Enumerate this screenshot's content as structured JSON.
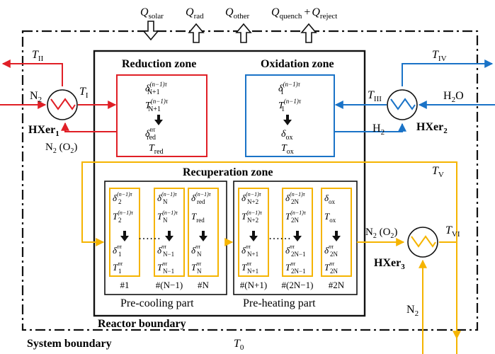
{
  "heat_flows": {
    "q_solar": "Q",
    "q_solar_sub": "solar",
    "q_rad": "Q",
    "q_rad_sub": "rad",
    "q_other": "Q",
    "q_other_sub": "other",
    "q_quench": "Q",
    "q_quench_sub": "quench",
    "plus": "+",
    "q_reject": "Q",
    "q_reject_sub": "reject"
  },
  "zones": {
    "reduction": "Reduction zone",
    "oxidation": "Oxidation zone",
    "recuperation": "Recuperation zone",
    "pre_cooling": "Pre-cooling part",
    "pre_heating": "Pre-heating part",
    "reactor_boundary": "Reactor boundary",
    "system_boundary": "System boundary"
  },
  "reduction_box": {
    "l1": "δ",
    "l1_sub": "N+1",
    "l1_sup": "(n−1)τ",
    "l2": "T",
    "l2_sub": "N+1",
    "l2_sup": "(n−1)τ",
    "l3": "δ",
    "l3_sub": "red",
    "l3_sup": "nτ",
    "l4": "T",
    "l4_sub": "red"
  },
  "oxidation_box": {
    "l1": "δ",
    "l1_sub": "1",
    "l1_sup": "(n−1)τ",
    "l2": "T",
    "l2_sub": "1",
    "l2_sup": "(n−1)τ",
    "l3": "δ",
    "l3_sub": "ox",
    "l4": "T",
    "l4_sub": "ox"
  },
  "cells": [
    {
      "a": "δ",
      "a_sub": "2",
      "a_sup": "(n−1)τ",
      "b": "T",
      "b_sub": "2",
      "b_sup": "(n−1)τ",
      "c": "δ",
      "c_sub": "1",
      "c_sup": "nτ",
      "d": "T",
      "d_sub": "1",
      "d_sup": "nτ",
      "label": "#1"
    },
    {
      "a": "δ",
      "a_sub": "N",
      "a_sup": "(n−1)τ",
      "b": "T",
      "b_sub": "N",
      "b_sup": "(n−1)τ",
      "c": "δ",
      "c_sub": "N−1",
      "c_sup": "nτ",
      "d": "T",
      "d_sub": "N−1",
      "d_sup": "nτ",
      "label": "#(N−1)"
    },
    {
      "a": "δ",
      "a_sub": "red",
      "a_sup": "(n−1)τ",
      "b": "T",
      "b_sub": "red",
      "b_sup": "",
      "c": "δ",
      "c_sub": "N",
      "c_sup": "nτ",
      "d": "T",
      "d_sub": "N",
      "d_sup": "nτ",
      "label": "#N"
    },
    {
      "a": "δ",
      "a_sub": "N+2",
      "a_sup": "(n−1)τ",
      "b": "T",
      "b_sub": "N+2",
      "b_sup": "(n−1)τ",
      "c": "δ",
      "c_sub": "N+1",
      "c_sup": "nτ",
      "d": "T",
      "d_sub": "N+1",
      "d_sup": "nτ",
      "label": "#(N+1)"
    },
    {
      "a": "δ",
      "a_sub": "2N",
      "a_sup": "(n−1)τ",
      "b": "T",
      "b_sub": "2N",
      "b_sup": "(n−1)τ",
      "c": "δ",
      "c_sub": "2N−1",
      "c_sup": "nτ",
      "d": "T",
      "d_sub": "2N−1",
      "d_sup": "nτ",
      "label": "#(2N−1)"
    },
    {
      "a": "δ",
      "a_sub": "ox",
      "a_sup": "",
      "b": "T",
      "b_sub": "ox",
      "b_sup": "",
      "c": "δ",
      "c_sub": "2N",
      "c_sup": "nτ",
      "d": "T",
      "d_sub": "2N",
      "d_sup": "nτ",
      "label": "#2N"
    }
  ],
  "dots": "……",
  "temps": {
    "t2": "T",
    "t2_sub": "II",
    "t1": "T",
    "t1_sub": "I",
    "t3": "T",
    "t3_sub": "III",
    "t4": "T",
    "t4_sub": "IV",
    "t5": "T",
    "t5_sub": "V",
    "t6": "T",
    "t6_sub": "VI",
    "t0": "T",
    "t0_sub": "0"
  },
  "streams": {
    "n2_in": "N",
    "n2_in_sub": "2",
    "n2o2_out": "N",
    "n2o2_out_sub": "2",
    "n2o2_out_tail": " (O",
    "n2o2_out_sub2": "2",
    "n2o2_out_end": ")",
    "h2o": "H",
    "h2o_sub": "2",
    "h2o_end": "O",
    "h2": "H",
    "h2_sub": "2",
    "n2o2_hx3": "N",
    "n2o2_hx3_sub": "2",
    "n2o2_hx3_tail": " (O",
    "n2o2_hx3_sub2": "2",
    "n2o2_hx3_end": ")",
    "n2_bottom": "N",
    "n2_bottom_sub": "2"
  },
  "hx": {
    "hx1": "HXer",
    "hx1_sub": "1",
    "hx2": "HXer",
    "hx2_sub": "2",
    "hx3": "HXer",
    "hx3_sub": "3"
  },
  "colors": {
    "red": "#e01f26",
    "blue": "#1a73c7",
    "orange": "#f5b400",
    "black": "#111111"
  }
}
